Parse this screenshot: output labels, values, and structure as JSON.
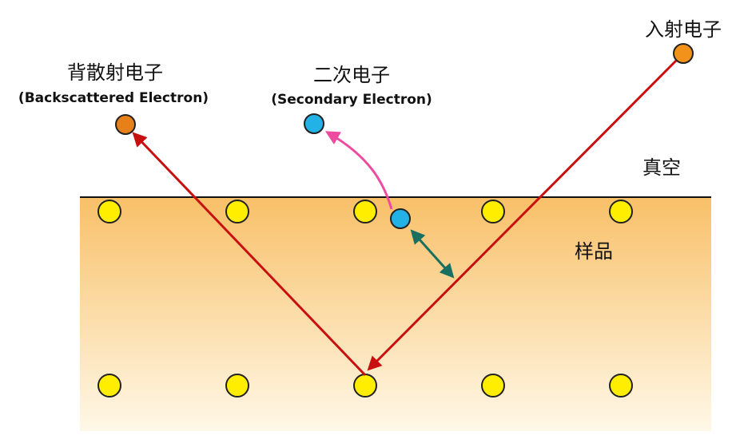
{
  "labels": {
    "incident_electron": "入射电子",
    "backscattered_electron": "背散射电子",
    "backscattered_electron_en": "(Backscattered Electron)",
    "secondary_electron": "二次电子",
    "secondary_electron_en": "(Secondary Electron)",
    "vacuum": "真空",
    "sample": "样品"
  },
  "colors": {
    "sample_top": "#f8c068",
    "sample_bottom": "#fff8e8",
    "surface_line": "#111111",
    "primary_beam": "#c81010",
    "secondary_path": "#ee4aa0",
    "interaction_arrow": "#1a7060",
    "atom_fill": "#ffee00",
    "incident_electron_fill": "#f2921a",
    "backscattered_electron_fill": "#e8801a",
    "secondary_electron_fill": "#22b2e6"
  },
  "icons": {
    "atom": "circle",
    "electron": "circle"
  }
}
